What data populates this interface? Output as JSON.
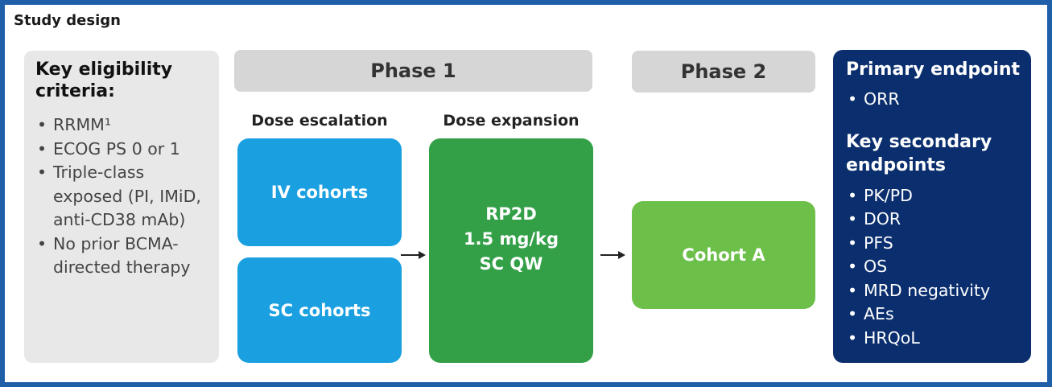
{
  "page": {
    "title": "Study design"
  },
  "eligibility": {
    "heading": "Key eligibility criteria:",
    "items": [
      "RRMM¹",
      "ECOG PS 0 or 1",
      "Triple-class exposed (PI, IMiD, anti-CD38 mAb)",
      "No prior BCMA-directed therapy"
    ]
  },
  "phases": {
    "phase1_label": "Phase 1",
    "phase2_label": "Phase 2"
  },
  "phase1": {
    "dose_escalation_label": "Dose escalation",
    "dose_expansion_label": "Dose expansion",
    "iv_cohorts": "IV cohorts",
    "sc_cohorts": "SC cohorts",
    "rp2d_line1": "RP2D",
    "rp2d_line2": "1.5 mg/kg",
    "rp2d_line3": "SC QW"
  },
  "phase2": {
    "cohort_a": "Cohort A"
  },
  "endpoints": {
    "primary_heading": "Primary endpoint",
    "primary_items": [
      "ORR"
    ],
    "secondary_heading": "Key secondary endpoints",
    "secondary_items": [
      "PK/PD",
      "DOR",
      "PFS",
      "OS",
      "MRD negativity",
      "AEs",
      "HRQoL"
    ]
  },
  "colors": {
    "frame": "#1f5fa8",
    "criteria_bg": "#e8e8e8",
    "phase_bar": "#d6d6d6",
    "cohort_blue": "#1aa0e0",
    "rp2d_green": "#33a048",
    "cohort_a_green": "#6cc04a",
    "endpoints_navy": "#0b2f6e"
  }
}
